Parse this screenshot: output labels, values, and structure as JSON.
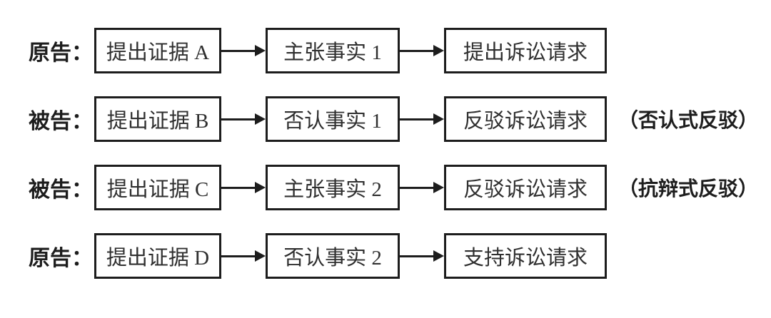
{
  "diagram": {
    "title_hint": "civil-litigation-evidence-claim-flow",
    "colors": {
      "background": "#ffffff",
      "box_border": "#1d1d1d",
      "box_text": "#2f2f2f",
      "label_text": "#1d1d1d",
      "arrow": "#1d1d1d"
    },
    "icons": {
      "connector": "arrow-right-icon"
    },
    "rows": [
      {
        "actor": "原告：",
        "boxes": [
          "提出证据 A",
          "主张事实 1",
          "提出诉讼请求"
        ],
        "note": ""
      },
      {
        "actor": "被告：",
        "boxes": [
          "提出证据 B",
          "否认事实 1",
          "反驳诉讼请求"
        ],
        "note": "（否认式反驳）"
      },
      {
        "actor": "被告：",
        "boxes": [
          "提出证据 C",
          "主张事实 2",
          "反驳诉讼请求"
        ],
        "note": "（抗辩式反驳）"
      },
      {
        "actor": "原告：",
        "boxes": [
          "提出证据 D",
          "否认事实 2",
          "支持诉讼请求"
        ],
        "note": ""
      }
    ]
  }
}
